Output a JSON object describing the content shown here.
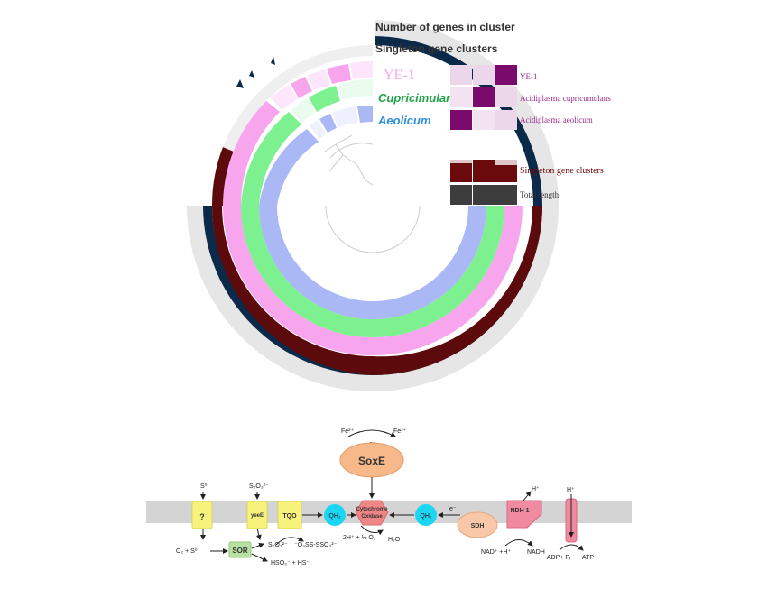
{
  "pangenome": {
    "layers": {
      "num_genes": "Number of genes in cluster",
      "singleton": "Singleton gene clusters"
    },
    "genomes": {
      "ye1": "YE-1",
      "cupri": "Cupricimulans",
      "aeolicum": "Aeolicum"
    },
    "heatmap_labels": {
      "ye1": "YE-1",
      "cupri": "Acidiplasma cupricumulans",
      "aeolicum": "Acidiplasma aeolicum",
      "singleton": "Singleton gene clusters",
      "total": "Total length"
    },
    "colors": {
      "ye1": "#f7a6ee",
      "cupri": "#7df08f",
      "aeolicum": "#aab8f5",
      "singleton": "#5c0a0c",
      "genes": "#0b2a4a",
      "outer": "#e6e6e6",
      "heat_dark": "#7a0a6c",
      "heat_mid": "#ecd6e9",
      "total": "#3d3d3d"
    }
  },
  "pathway": {
    "soxe": "SoxE",
    "fe2": "Fe²⁺",
    "fe3": "Fe³⁺",
    "e_top": "e⁻",
    "e_right": "e⁻",
    "s0_top": "S⁰",
    "q_box": "?",
    "o2_s0": "O₂ + S⁰",
    "sor": "SOR",
    "s2o3_top": "S₂O₃²⁻",
    "yeee": "yeeE",
    "tqo": "TQO",
    "qh2_left": "QH₂",
    "qh2_right": "QH₂",
    "cyt_line1": "Cytochrome",
    "cyt_line2": "Oxidase",
    "h2o_eq": "2H⁺ + ½ O₂",
    "h2o": "H₂O",
    "s2o3_bottom": "S₂O₃²⁻",
    "ossso": "⁻O₃SS-SSO₃²⁻",
    "hso3": "HSO₃⁻ + HS⁻",
    "sdh": "SDH",
    "ndh": "NDH 1",
    "h_ndh": "H⁺",
    "nad": "NAD⁺ +H⁺",
    "nadh": "NADH",
    "h_atp": "H⁺",
    "adp": "ADP+ Pᵢ",
    "atp": "ATP"
  }
}
